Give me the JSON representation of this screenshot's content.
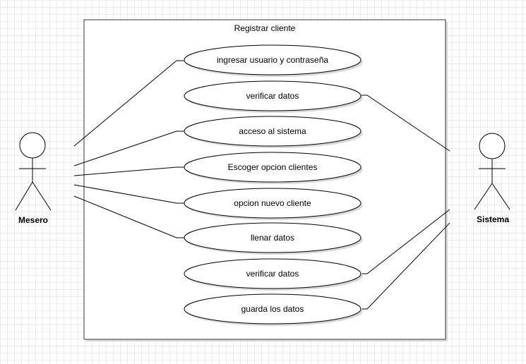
{
  "system": {
    "title": "Registrar cliente"
  },
  "actors": {
    "mesero": {
      "name": "Mesero"
    },
    "sistema": {
      "name": "Sistema"
    }
  },
  "use_cases": [
    {
      "label": "ingresar usuario y contraseña"
    },
    {
      "label": "verificar datos"
    },
    {
      "label": "acceso al sistema"
    },
    {
      "label": "Escoger opcion clientes"
    },
    {
      "label": "opcion nuevo cliente"
    },
    {
      "label": "llenar datos"
    },
    {
      "label": "verificar datos"
    },
    {
      "label": "guarda los datos"
    }
  ],
  "colors": {
    "stroke": "#000000",
    "boundary": "#333333",
    "shadow": "#d9d9d9",
    "grid": "#ececec"
  }
}
